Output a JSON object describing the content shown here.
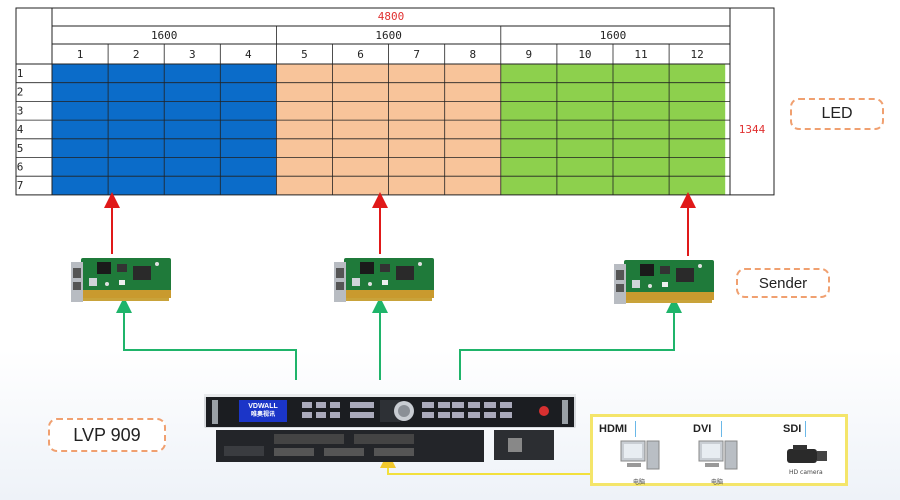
{
  "grid": {
    "total_width": "4800",
    "groups": [
      {
        "label": "1600",
        "color": "#0b6cc9"
      },
      {
        "label": "1600",
        "color": "#f8c49a"
      },
      {
        "label": "1600",
        "color": "#8dd04d"
      }
    ],
    "columns": [
      "1",
      "2",
      "3",
      "4",
      "5",
      "6",
      "7",
      "8",
      "9",
      "10",
      "11",
      "12"
    ],
    "rows": [
      "1",
      "2",
      "3",
      "4",
      "5",
      "6",
      "7"
    ],
    "height": "1344"
  },
  "labels": {
    "led": "LED",
    "sender": "Sender",
    "processor": "LVP 909"
  },
  "processor": {
    "logo_line1": "VDWALL",
    "logo_line2": "唯奥视讯"
  },
  "sources": [
    {
      "label": "HDMI",
      "caption": "电脑"
    },
    {
      "label": "DVI",
      "caption": "电脑"
    },
    {
      "label": "SDI",
      "caption": "HD camera"
    }
  ],
  "colors": {
    "signal_up": "#e01919",
    "signal_down": "#1fb46a",
    "source_line": "#f2e03d",
    "header_text": "#e03030"
  }
}
